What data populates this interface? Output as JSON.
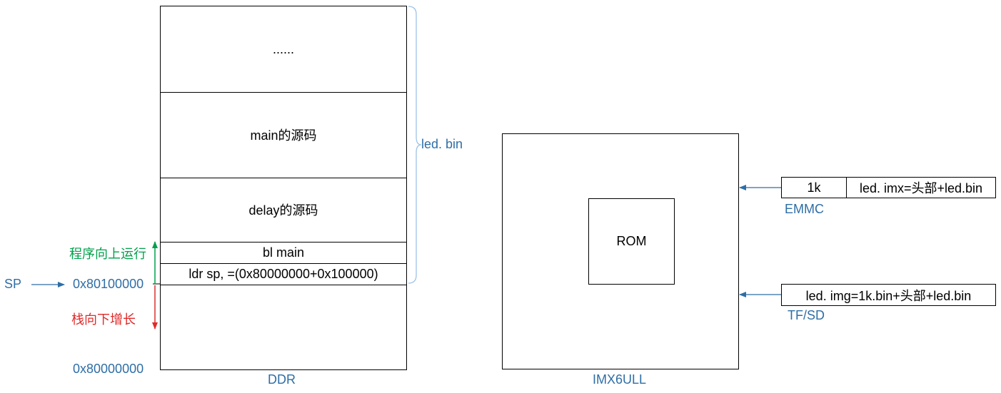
{
  "ddr": {
    "caption": "DDR",
    "sections": [
      {
        "text": "......"
      },
      {
        "text": "main的源码"
      },
      {
        "text": "delay的源码"
      },
      {
        "text": "bl main"
      },
      {
        "text": "ldr  sp, =(0x80000000+0x100000)"
      },
      {
        "text": ""
      }
    ],
    "brace_label": "led. bin",
    "addr_top": "0x80100000",
    "addr_bottom": "0x80000000",
    "sp_label": "SP",
    "up_label": "程序向上运行",
    "down_label": "栈向下增长"
  },
  "imx": {
    "caption": "IMX6ULL",
    "rom_label": "ROM"
  },
  "emmc": {
    "cell1": "1k",
    "cell2": "led. imx=头部+led.bin",
    "label": "EMMC"
  },
  "tfsd": {
    "cell": "led. img=1k.bin+头部+led.bin",
    "label": "TF/SD"
  },
  "colors": {
    "blue": "#2e6ea6",
    "green": "#00a04b",
    "red": "#e12a2a",
    "brace": "#9dc3e6"
  }
}
